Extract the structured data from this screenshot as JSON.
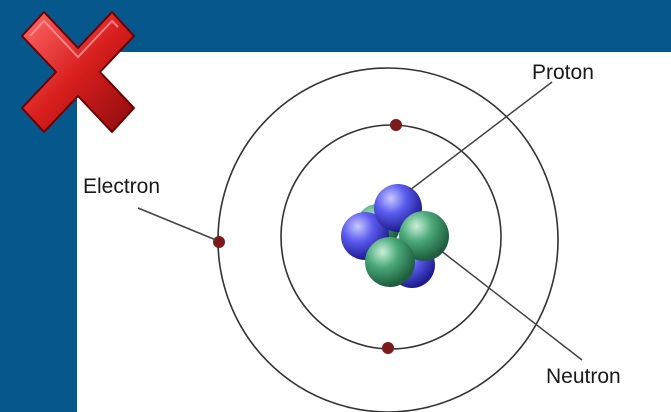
{
  "labels": {
    "proton": "Proton",
    "electron": "Electron",
    "neutron": "Neutron"
  },
  "colors": {
    "background": "#06578c",
    "panel": "#ffffff",
    "orbit": "#333333",
    "electron": "#7a1a1a",
    "proton": "#4a4ae0",
    "neutron": "#3f9a6a",
    "cross_mark": "#d81e1e"
  },
  "icons": {
    "cross_mark": "red-x-cross-icon"
  }
}
